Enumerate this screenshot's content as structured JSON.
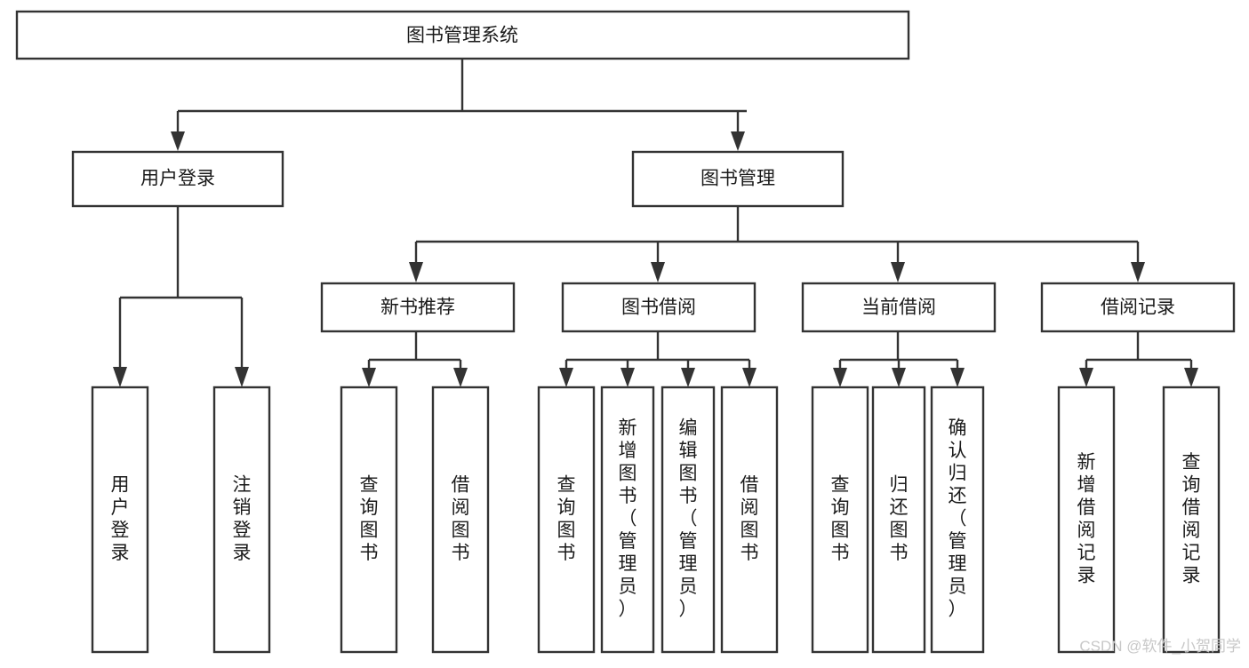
{
  "diagram": {
    "type": "tree-hierarchy",
    "title": "图书管理系统",
    "background_color": "#ffffff",
    "line_color": "#333333",
    "text_color": "#1a1a1a",
    "levels": 4
  },
  "nodes": {
    "root": {
      "label": "图书管理系统",
      "orientation": "horizontal"
    },
    "level2": [
      {
        "label": "用户登录",
        "orientation": "horizontal"
      },
      {
        "label": "图书管理",
        "orientation": "horizontal"
      }
    ],
    "level3": [
      {
        "label": "新书推荐",
        "orientation": "horizontal"
      },
      {
        "label": "图书借阅",
        "orientation": "horizontal"
      },
      {
        "label": "当前借阅",
        "orientation": "horizontal"
      },
      {
        "label": "借阅记录",
        "orientation": "horizontal"
      }
    ],
    "leaves_user_login": [
      {
        "label": "用户登录",
        "orientation": "vertical"
      },
      {
        "label": "注销登录",
        "orientation": "vertical"
      }
    ],
    "leaves_new_books": [
      {
        "label": "查询图书",
        "orientation": "vertical"
      },
      {
        "label": "借阅图书",
        "orientation": "vertical"
      }
    ],
    "leaves_borrow": [
      {
        "label": "查询图书",
        "orientation": "vertical"
      },
      {
        "label": "新增图书（管理员）",
        "orientation": "vertical"
      },
      {
        "label": "编辑图书（管理员）",
        "orientation": "vertical"
      },
      {
        "label": "借阅图书",
        "orientation": "vertical"
      }
    ],
    "leaves_current": [
      {
        "label": "查询图书",
        "orientation": "vertical"
      },
      {
        "label": "归还图书",
        "orientation": "vertical"
      },
      {
        "label": "确认归还（管理员）",
        "orientation": "vertical"
      }
    ],
    "leaves_records": [
      {
        "label": "新增借阅记录",
        "orientation": "vertical"
      },
      {
        "label": "查询借阅记录",
        "orientation": "vertical"
      }
    ]
  },
  "watermark": {
    "text": "CSDN @软件_小贺同学",
    "color": "#c8c8c8"
  }
}
